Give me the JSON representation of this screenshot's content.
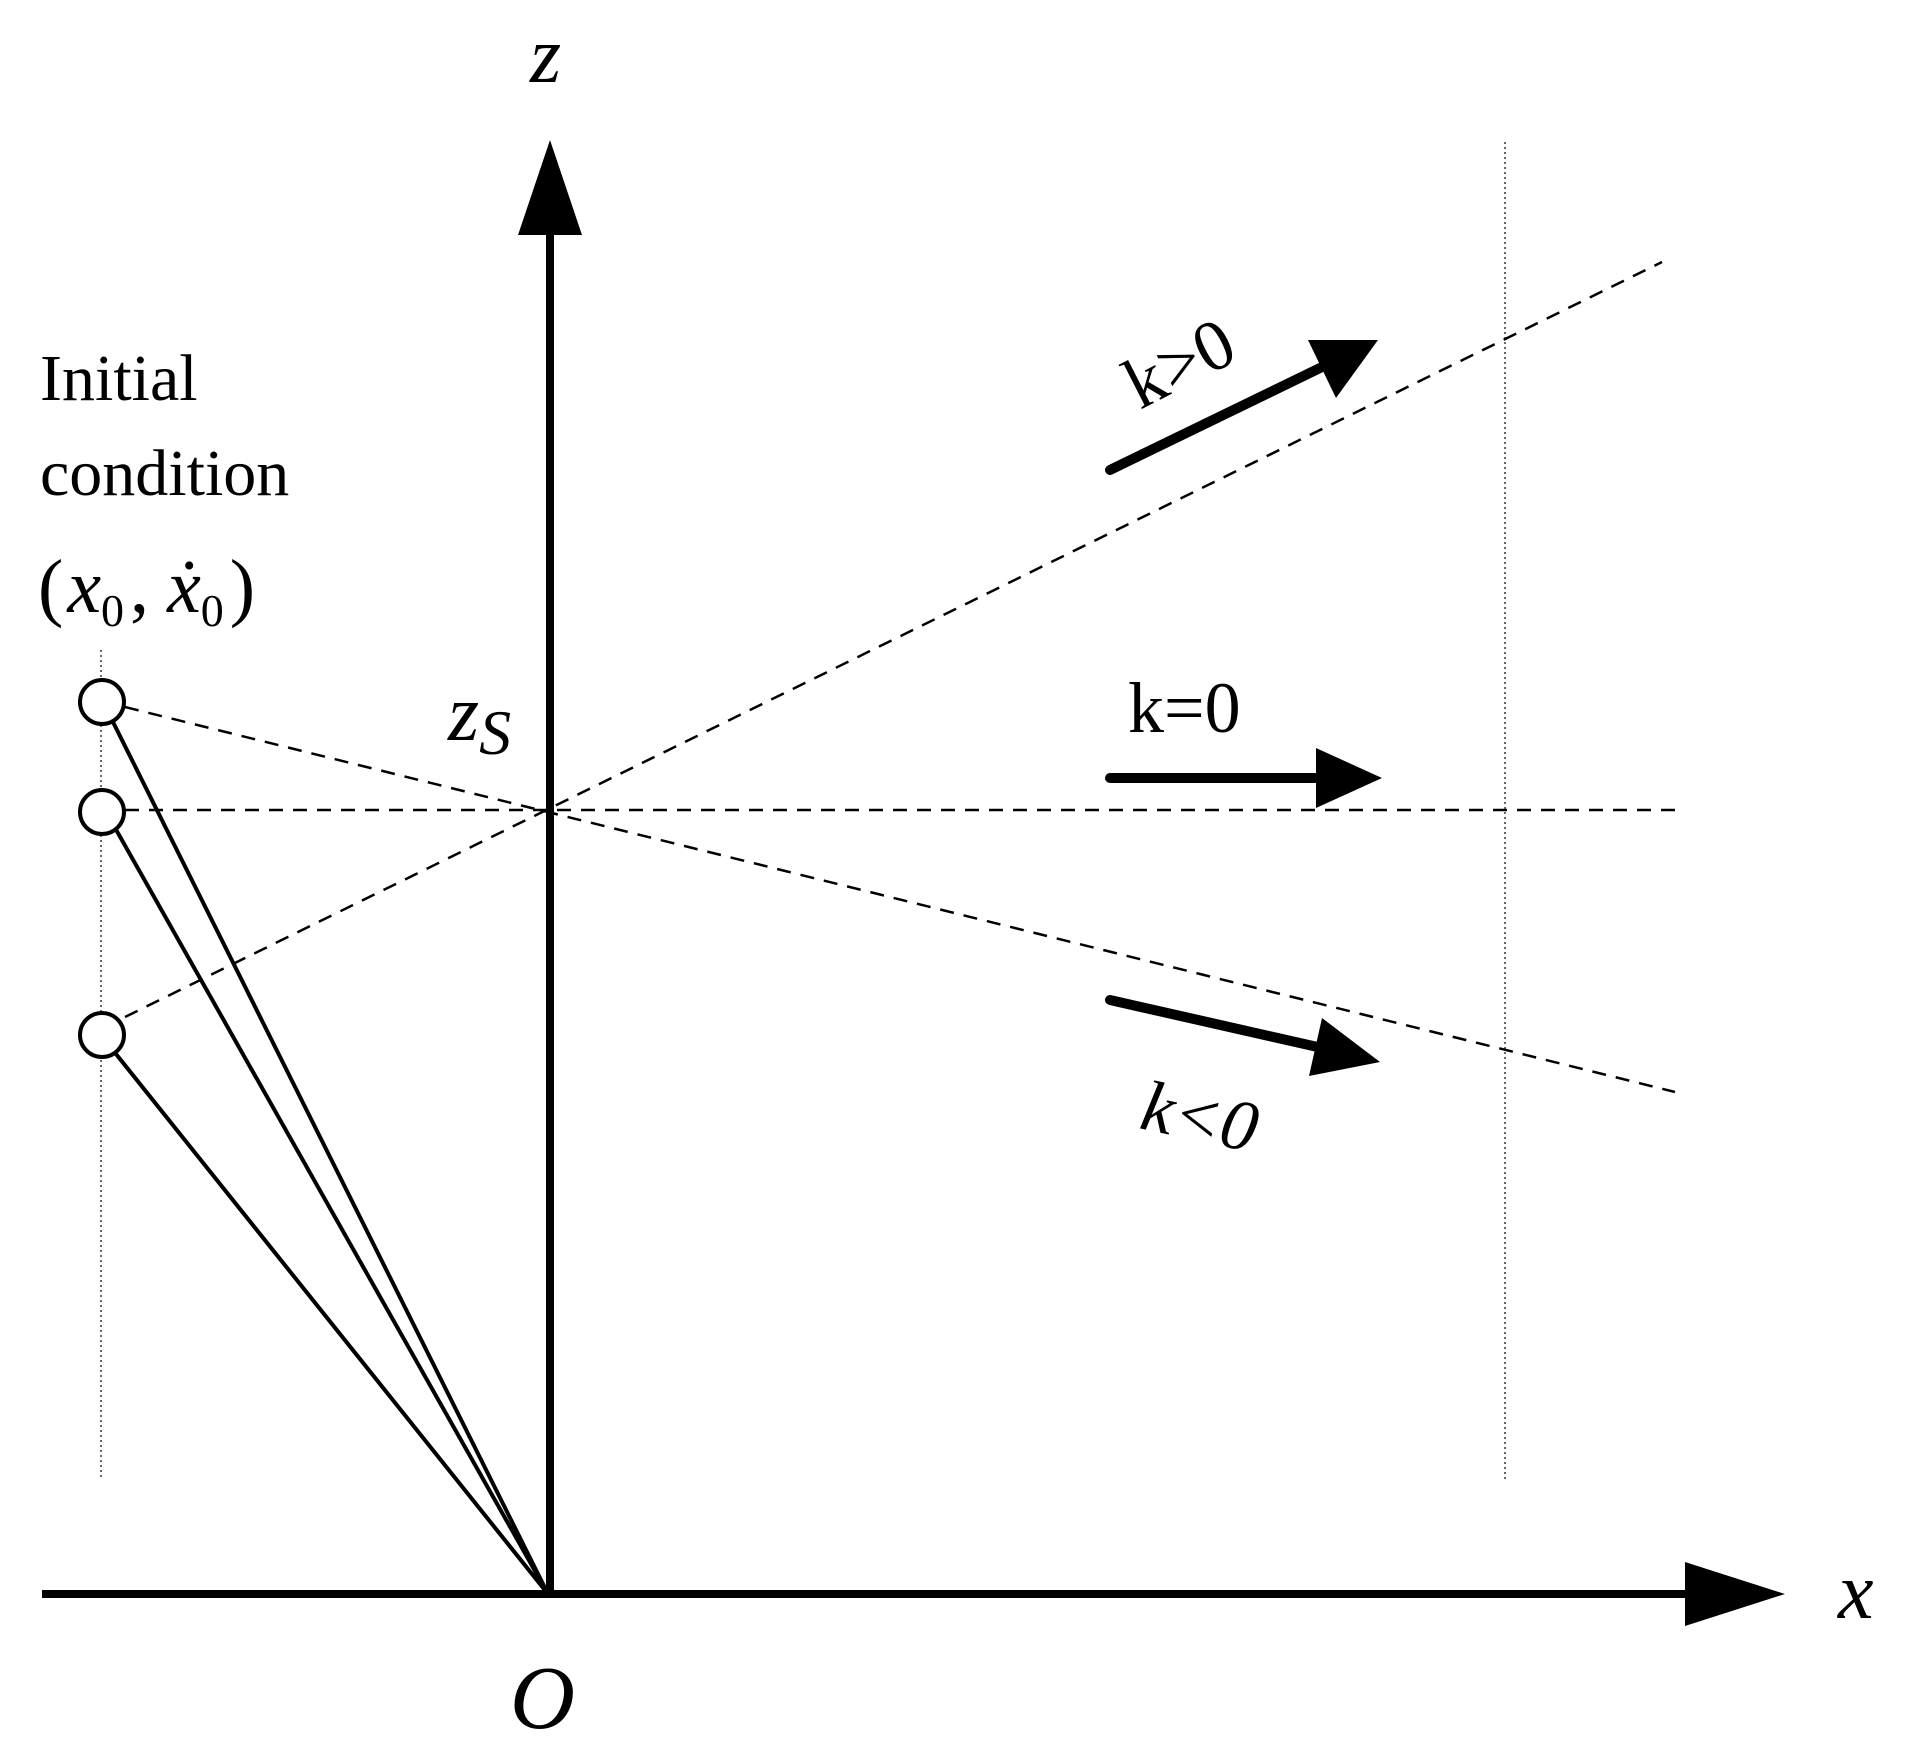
{
  "axes": {
    "z_label": "z",
    "x_label": "x",
    "origin_label": "O"
  },
  "zs": {
    "main": "z",
    "sub": "S"
  },
  "initial_condition": {
    "line1": "Initial",
    "line2": "condition",
    "open_paren": "(",
    "x_var": "x",
    "x_sub": "0",
    "comma": ",",
    "xdot_var": "ẋ",
    "xdot_sub": "0",
    "close_paren": ")"
  },
  "rays": {
    "k_pos": {
      "label": "k>0"
    },
    "k_zero": {
      "label": "k=0"
    },
    "k_neg": {
      "label": "k<0"
    }
  },
  "colors": {
    "ink": "#000000",
    "background": "#ffffff"
  }
}
